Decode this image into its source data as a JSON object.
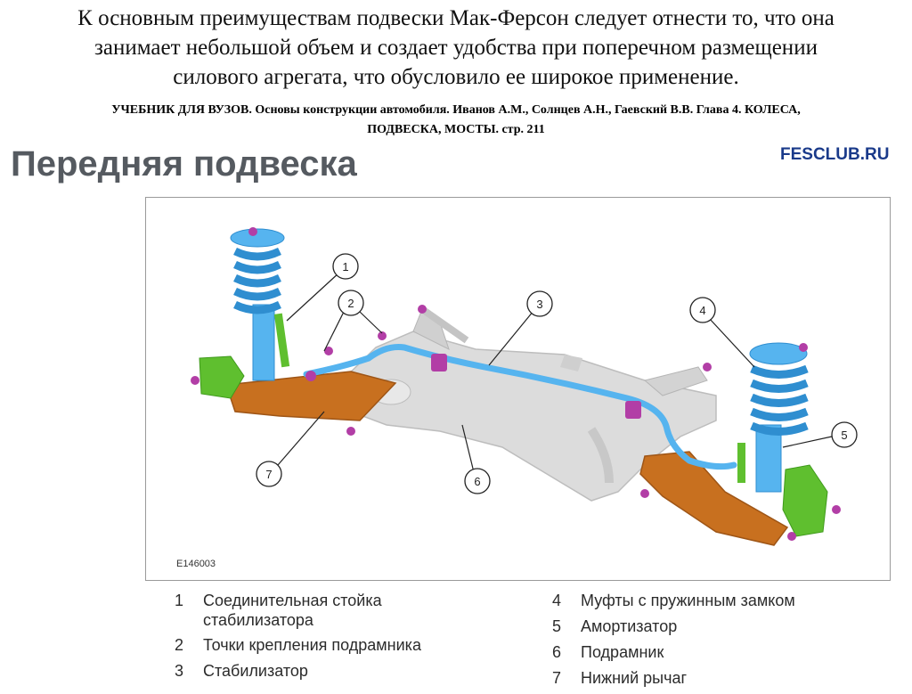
{
  "intro": {
    "lines": [
      "К основным преимуществам подвески Мак-Ферсон следует отнести то, что она",
      "занимает небольшой объем и создает удобства при поперечном размещении",
      "силового агрегата, что обусловило ее широкое применение."
    ]
  },
  "source": {
    "lines": [
      "УЧЕБНИК ДЛЯ ВУЗОВ. Основы конструкции автомобиля. Иванов А.М., Солнцев А.Н., Гаевский В.В. Глава 4. КОЛЕСА,",
      "ПОДВЕСКА, МОСТЫ. стр. 211"
    ]
  },
  "slide": {
    "title": "Передняя подвеска",
    "site": "FESCLUB.RU",
    "figure_id": "E146003"
  },
  "callouts": [
    "1",
    "2",
    "3",
    "4",
    "5",
    "6",
    "7"
  ],
  "legend": {
    "left": [
      {
        "num": "1",
        "lines": [
          "Соединительная стойка",
          "стабилизатора"
        ]
      },
      {
        "num": "2",
        "lines": [
          "Точки крепления подрамника"
        ]
      },
      {
        "num": "3",
        "lines": [
          "Стабилизатор"
        ]
      }
    ],
    "right": [
      {
        "num": "4",
        "lines": [
          "Муфты с пружинным замком"
        ]
      },
      {
        "num": "5",
        "lines": [
          "Амортизатор"
        ]
      },
      {
        "num": "6",
        "lines": [
          "Подрамник"
        ]
      },
      {
        "num": "7",
        "lines": [
          "Нижний рычаг"
        ]
      }
    ]
  },
  "colors": {
    "spring_blue": "#56b4ef",
    "arm_orange": "#c8701f",
    "subframe_grey": "#d9d9d9",
    "knuckle_green": "#5fbf2f",
    "bushing_purple": "#b23ea6",
    "title_grey": "#555a60",
    "site_blue": "#1a3a8a"
  }
}
